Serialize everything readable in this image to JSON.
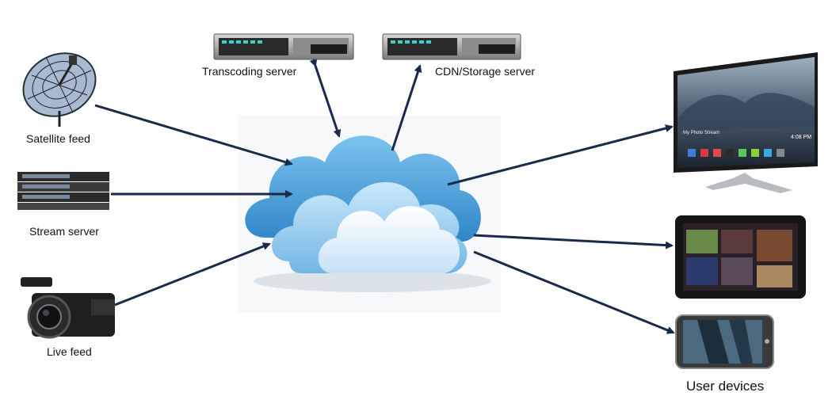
{
  "labels": {
    "transcoding_server": "Transcoding server",
    "cdn_server": "CDN/Storage server",
    "satellite_feed": "Satellite feed",
    "stream_server": "Stream server",
    "live_feed": "Live feed",
    "user_devices": "User devices"
  },
  "tv_screen": {
    "stream_title": "My Photo Stream",
    "time": "4:08 PM"
  },
  "colors": {
    "arrow": "#1a2a4a",
    "cloud_dark": "#3f9ad6",
    "cloud_mid": "#8cc9ee",
    "cloud_light": "#e3f2fb"
  }
}
